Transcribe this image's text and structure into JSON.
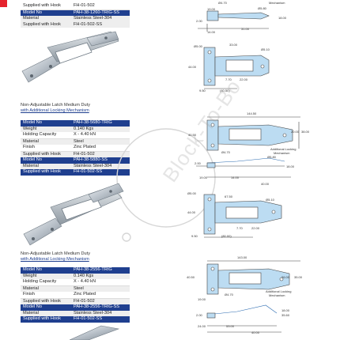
{
  "watermark": "Block-To-Bo",
  "section1": {
    "rows": [
      {
        "k": "Supplied with Hook",
        "v": "FH-01-502"
      },
      {
        "k": "Model No",
        "v": "PAH-38-1260-TRIG-SS"
      },
      {
        "k": "Material",
        "v": "Stainless Steel-304"
      },
      {
        "k": "Supplied with Hook",
        "v": "FH-01-502-SS"
      }
    ],
    "dims_top": [
      "Ø4.70",
      "Ø5.80",
      "Mechanism",
      "18.00",
      "2.00",
      "14.00",
      "31.00",
      "19.00"
    ],
    "dims_side": [
      "Ø5.00",
      "33.00",
      "Ø5.10",
      "44.00",
      "7.70",
      "22.00",
      "9.50",
      "(40.50)"
    ]
  },
  "section2": {
    "title": "Non-Adjustable Latch Medium Duty",
    "subtitle": "with Additional Locking Mechanism",
    "rows": [
      {
        "k": "Model No",
        "v": "PAH-38-5680-TRIG"
      },
      {
        "k": "Weight",
        "v": "0.140 Kgs"
      },
      {
        "k": "Holding Capacity",
        "v": "X - 4.40 kN"
      },
      {
        "k": "Material",
        "v": "Steel"
      },
      {
        "k": "Finish",
        "v": "Zinc Plated"
      },
      {
        "k": "Supplied with Hook",
        "v": "FH-01-502"
      },
      {
        "k": "Model No",
        "v": "PAH-38-5880-SS"
      },
      {
        "k": "Material",
        "v": "Stainless Steel-304"
      },
      {
        "k": "Supplied with Hook",
        "v": "FH-01-502-SS"
      }
    ],
    "dims_top": [
      "144.50",
      "40.50",
      "20.00",
      "38.00",
      "Ø4.70",
      "Additional Locking",
      "Mechanism",
      "Ø5.80",
      "18.00",
      "2.00",
      "14.00",
      "19.00",
      "40.00"
    ],
    "dims_side": [
      "Ø5.00",
      "67.50",
      "Ø5.10",
      "44.00",
      "7.70",
      "22.00",
      "9.50",
      "(80.00)"
    ]
  },
  "section3": {
    "title": "Non-Adjustable Latch Medium Duty",
    "subtitle": "with Additional Locking Mechanism",
    "rows": [
      {
        "k": "Model No",
        "v": "PAH-38-2556-TRIG"
      },
      {
        "k": "Weight",
        "v": "0.140 Kgs"
      },
      {
        "k": "Holding Capacity",
        "v": "X - 4.40 kN"
      },
      {
        "k": "Material",
        "v": "Steel"
      },
      {
        "k": "Finish",
        "v": "Zinc Plated"
      },
      {
        "k": "Supplied with Hook",
        "v": "FH-01-502"
      },
      {
        "k": "Model No",
        "v": "PAH-38-2556-TRIG-SS"
      },
      {
        "k": "Material",
        "v": "Stainless Steel-304"
      },
      {
        "k": "Supplied with Hook",
        "v": "FH-01-502-SS"
      }
    ],
    "dims_top": [
      "143.00",
      "40.50",
      "26.00",
      "35.00",
      "Ø4.70",
      "Additional Locking",
      "Mechanism",
      "19.00"
    ],
    "dims_side": [
      "2.00",
      "18.00",
      "35.60",
      "24.00",
      "53.00",
      "40.00"
    ]
  }
}
